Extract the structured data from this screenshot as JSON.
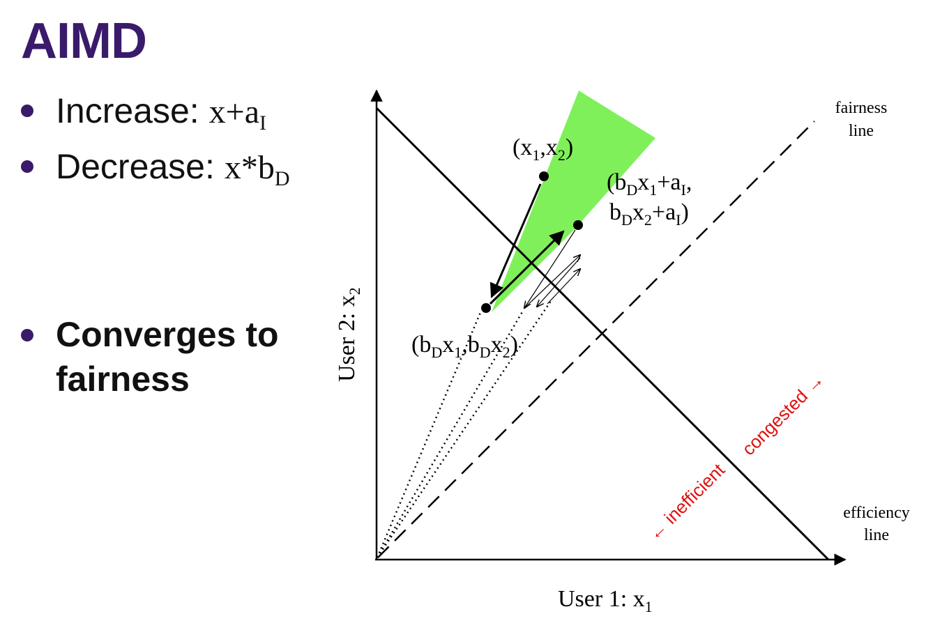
{
  "title": "AIMD",
  "bullets": {
    "increase_label": "Increase:",
    "increase_formula_base": "x+a",
    "increase_formula_sub": "I",
    "decrease_label": "Decrease:",
    "decrease_formula_base": "x*b",
    "decrease_formula_sub": "D",
    "converges_line1": "Converges to",
    "converges_line2": "fairness"
  },
  "diagram": {
    "x_axis_label": "User 1: x",
    "x_axis_sub": "1",
    "y_axis_label": "User 2: x",
    "y_axis_sub": "2",
    "fairness_line_1": "fairness",
    "fairness_line_2": "line",
    "efficiency_line_1": "efficiency",
    "efficiency_line_2": "line",
    "inefficient_label": "← inefficient",
    "congested_label": "congested →",
    "point_start": "(x1,x2)",
    "point_decrease": "(bDx1,bDx2)",
    "point_increase_line1": "(bDx1+aI,",
    "point_increase_line2": "bDx2+aI)",
    "colors": {
      "title": "#3a1a6a",
      "region": "#7ff05a",
      "annotation": "#e01010"
    }
  }
}
